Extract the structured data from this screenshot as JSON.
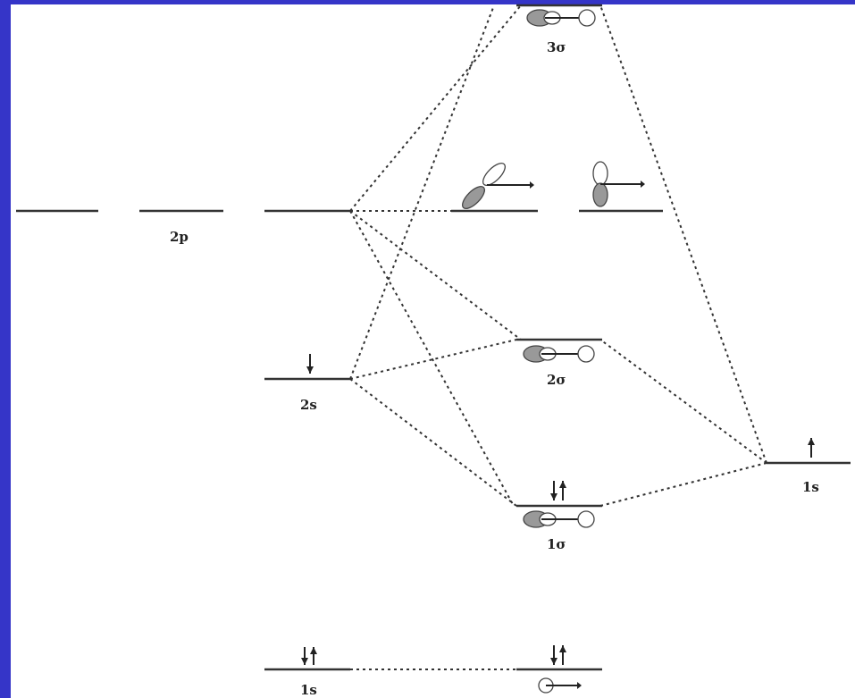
{
  "left_atom": {
    "2p_label": "2p",
    "2s_label": "2s",
    "1s_label": "1s"
  },
  "right_atom": {
    "1s_label": "1s"
  },
  "molecular_orbitals": {
    "3sigma_label": "3σ",
    "2sigma_label": "2σ",
    "1sigma_label": "1σ"
  },
  "colors": {
    "frame": "#3535c8",
    "lines": "#333333"
  }
}
